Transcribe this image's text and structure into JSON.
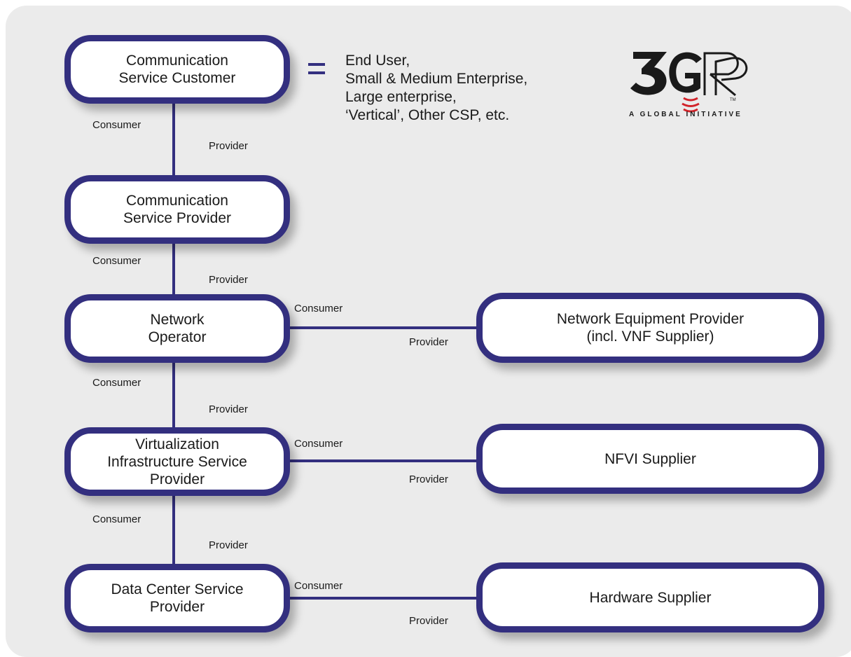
{
  "boxes": {
    "csc": "Communication\nService Customer",
    "csp": "Communication\nService Provider",
    "no": "Network\nOperator",
    "visp": "Virtualization\nInfrastructure Service\nProvider",
    "dcsp": "Data Center Service\nProvider",
    "nep": "Network Equipment Provider\n(incl. VNF Supplier)",
    "nfvi": "NFVI Supplier",
    "hw": "Hardware Supplier"
  },
  "labels": {
    "consumer": "Consumer",
    "provider": "Provider"
  },
  "customer_types": [
    "End User,",
    "Small & Medium Enterprise,",
    "Large enterprise,",
    "‘Vertical’, Other CSP, etc."
  ],
  "logo": {
    "name": "3GPP",
    "tagline": "A GLOBAL INITIATIVE",
    "trademark": "TM"
  },
  "colors": {
    "accent": "#332f7f",
    "logo_red": "#d2232a",
    "background_panel": "#ebebeb"
  }
}
